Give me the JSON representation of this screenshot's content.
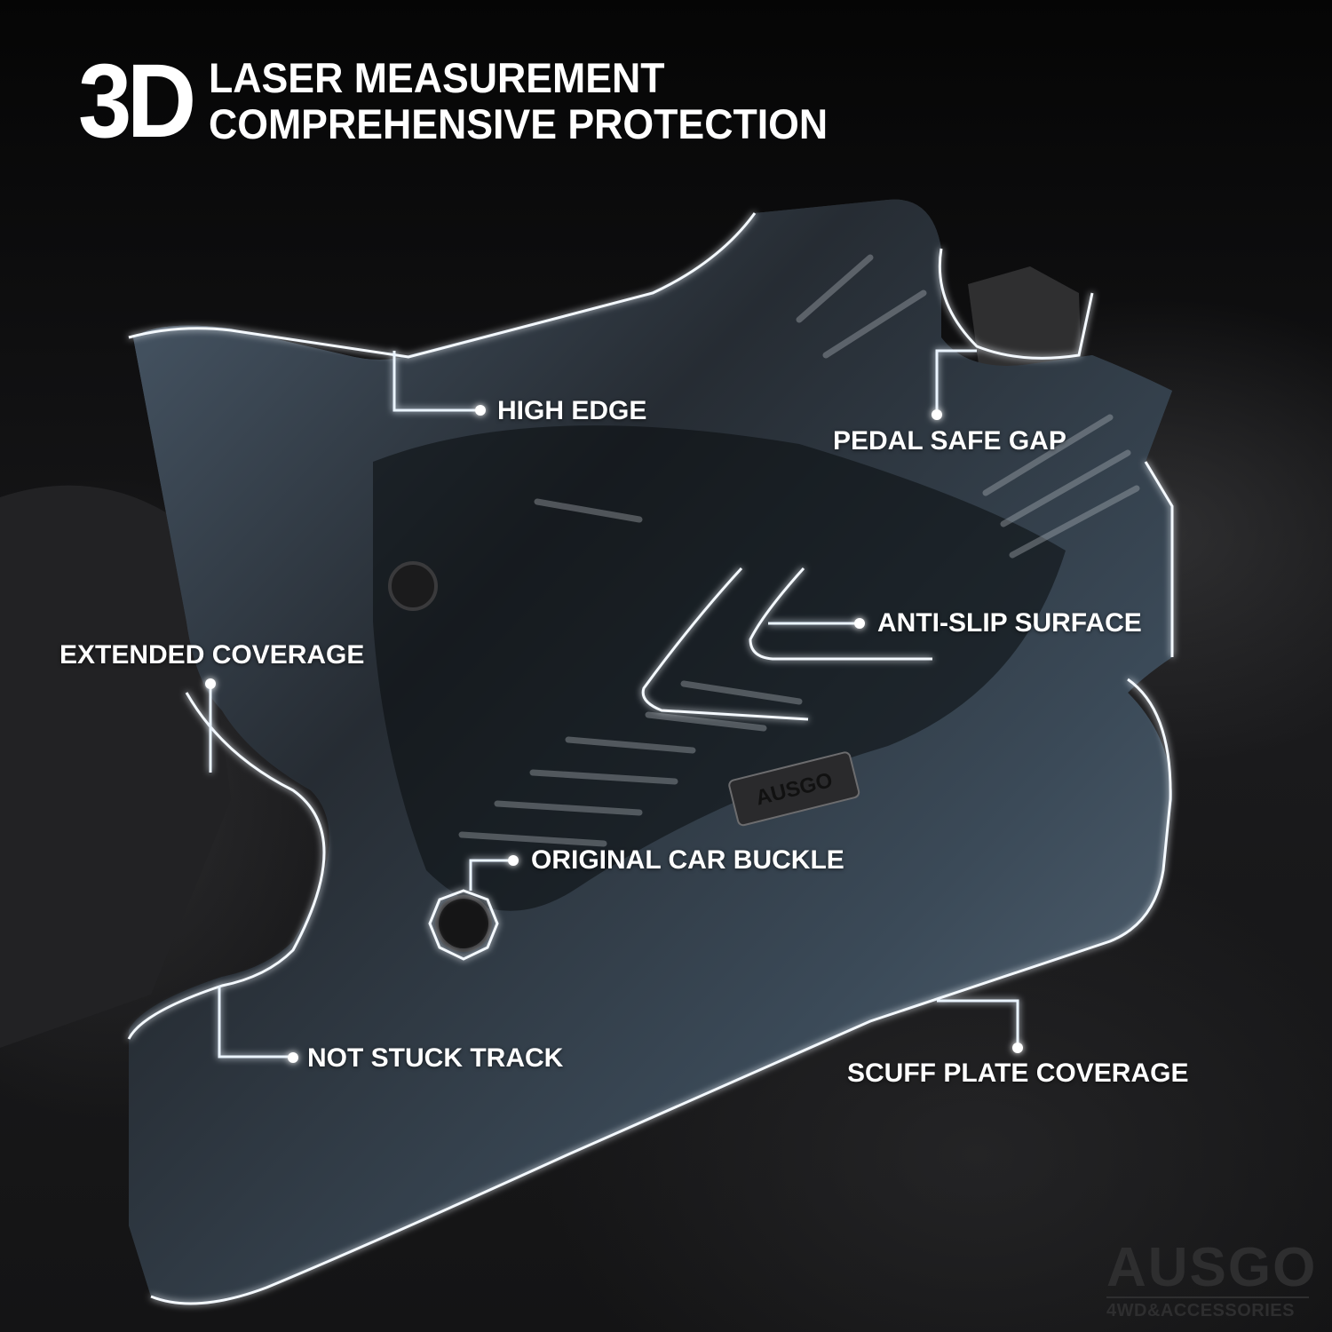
{
  "headline": {
    "big": "3D",
    "line1": "LASER MEASUREMENT",
    "line2": "COMPREHENSIVE PROTECTION"
  },
  "callouts": [
    {
      "id": "high-edge",
      "label": "HIGH EDGE"
    },
    {
      "id": "pedal-safe-gap",
      "label": "PEDAL SAFE GAP"
    },
    {
      "id": "anti-slip-surface",
      "label": "ANTI-SLIP SURFACE"
    },
    {
      "id": "extended-coverage",
      "label": "EXTENDED COVERAGE"
    },
    {
      "id": "original-car-buckle",
      "label": "ORIGINAL CAR BUCKLE"
    },
    {
      "id": "not-stuck-track",
      "label": "NOT STUCK TRACK"
    },
    {
      "id": "scuff-plate-coverage",
      "label": "SCUFF PLATE COVERAGE"
    }
  ],
  "mat_badge": {
    "text": "AUSGO"
  },
  "brand": {
    "name": "AUSGO",
    "tagline": "4WD&ACCESSORIES"
  },
  "colors": {
    "background": "#0b0b0c",
    "text": "#ffffff",
    "outline_glow": "#9fd0ff",
    "mat_tint": "#3a4a5a",
    "logo": "#2e2e2f"
  }
}
